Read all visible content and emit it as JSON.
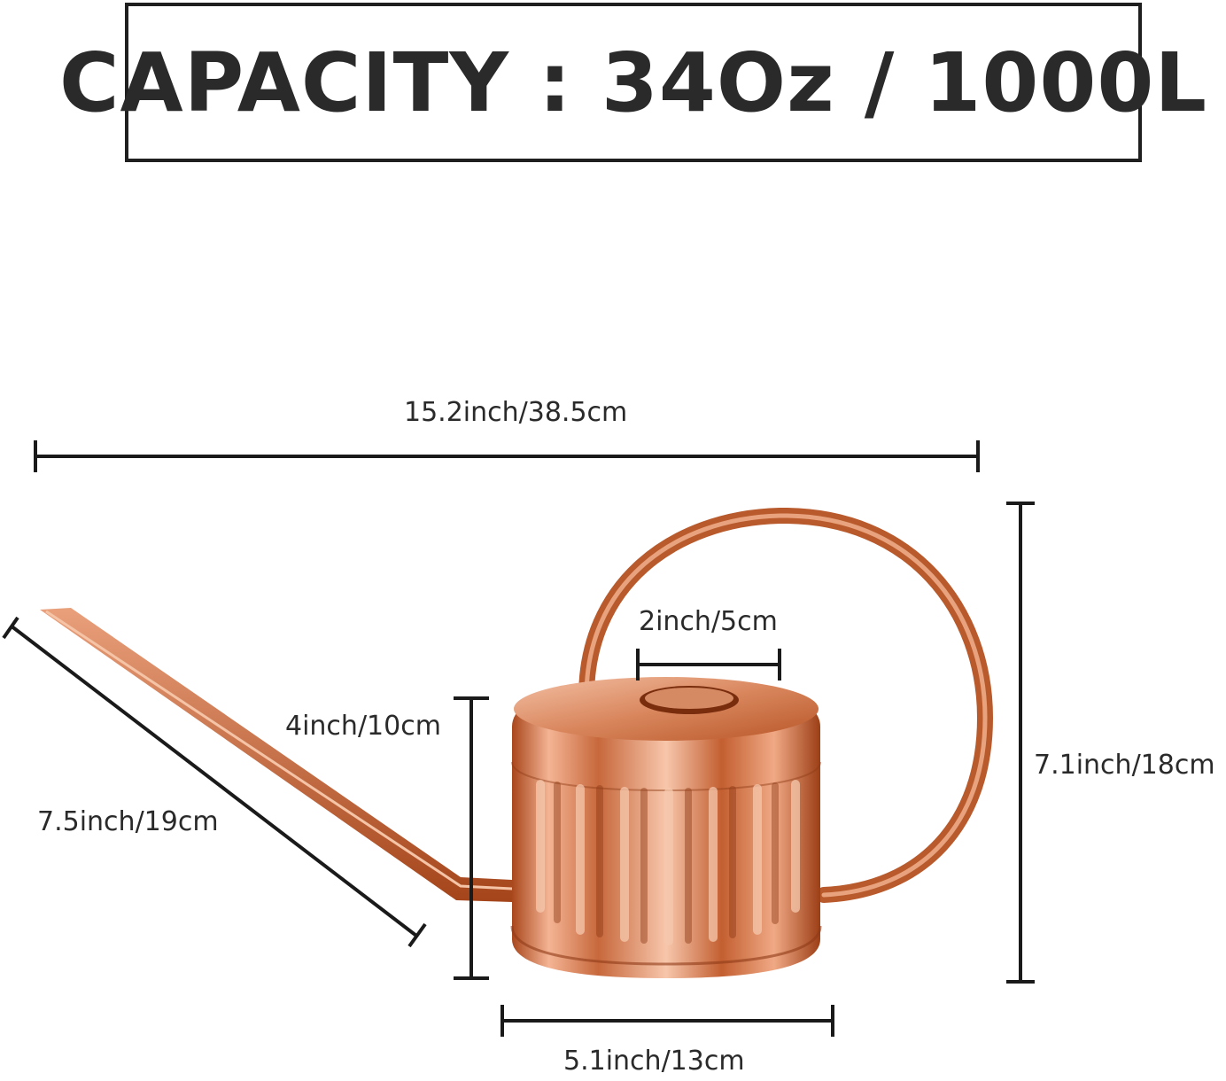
{
  "header": {
    "title": "CAPACITY : 34Oz / 1000L"
  },
  "dimensions": {
    "total_length": "15.2inch/38.5cm",
    "height": "7.1inch/18cm",
    "spout_length": "7.5inch/19cm",
    "body_height": "4inch/10cm",
    "opening_width": "2inch/5cm",
    "base_width": "5.1inch/13cm"
  },
  "colors": {
    "copper": "#c2653a",
    "copper_light": "#f2b79a",
    "copper_dark": "#8f3b17",
    "line": "#1a1a1a"
  }
}
